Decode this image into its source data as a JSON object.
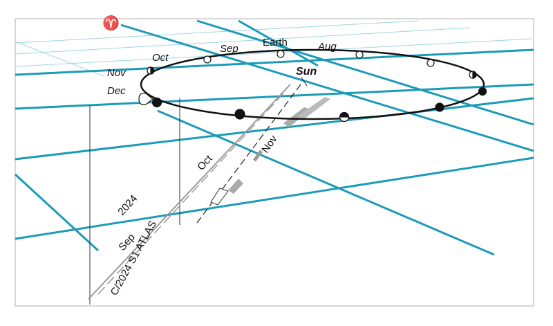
{
  "diagram": {
    "symbol_aries": "♈",
    "sun_label": "Sun",
    "earth_label": "Earth",
    "earth_orbit_months": [
      "Aug",
      "Sep",
      "Oct",
      "Nov",
      "Dec"
    ],
    "comet_labels": {
      "name": "C/2024 S1 ATLAS",
      "year": "2024",
      "sep": "Sep",
      "oct": "Oct",
      "nov": "Nov"
    },
    "colors": {
      "grid": "#1b9bb8",
      "grid_light": "#9fd6e2",
      "orbit": "#111111",
      "comet_path": "#9a9a9a",
      "drop_lines": "#333333",
      "frame": "#b0b0b0"
    }
  }
}
